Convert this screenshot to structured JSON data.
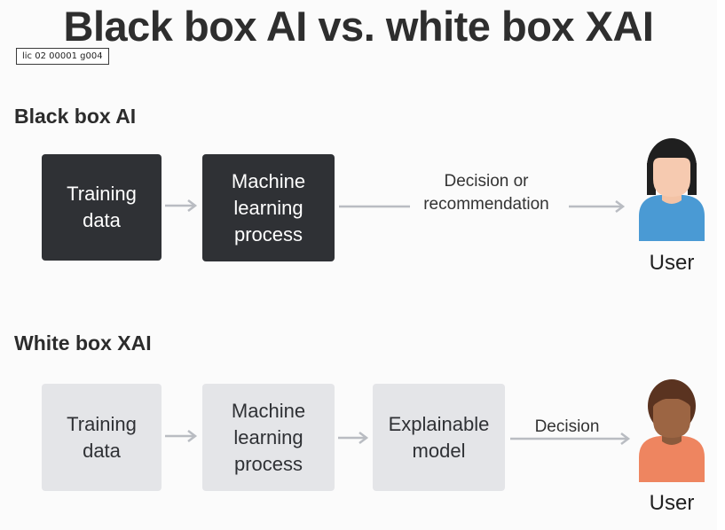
{
  "title": "Black box AI vs. white box XAI",
  "file_tag": "lic 02 00001 g004",
  "black_box": {
    "heading": "Black box AI",
    "step1": "Training\ndata",
    "step2": "Machine\nlearning\nprocess",
    "output": "Decision or\nrecommendation",
    "user": "User"
  },
  "white_box": {
    "heading": "White box XAI",
    "step1": "Training\ndata",
    "step2": "Machine\nlearning\nprocess",
    "step3": "Explainable\nmodel",
    "output": "Decision",
    "user": "User"
  },
  "colors": {
    "dark_box": "#2f3135",
    "light_box": "#e4e5e8",
    "arrow": "#b9bcc2",
    "user1_shirt": "#4a9ad4",
    "user2_shirt": "#ee8560"
  },
  "icons": {
    "user1": "user-avatar-icon",
    "user2": "user-avatar-icon"
  }
}
